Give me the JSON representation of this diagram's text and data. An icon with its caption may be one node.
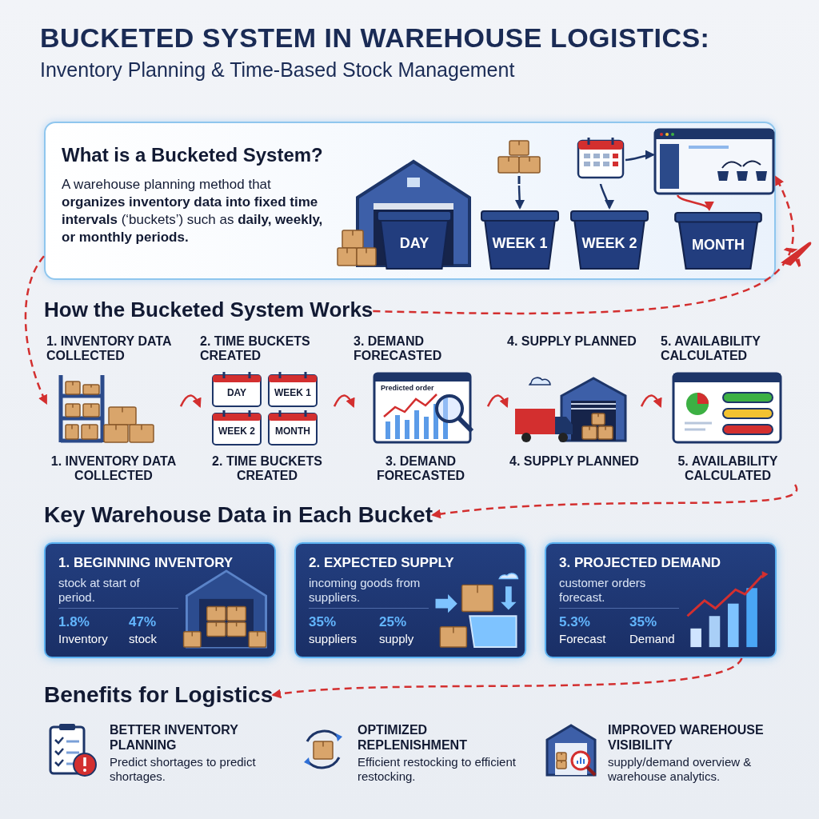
{
  "diagram": {
    "title": "BUCKETED SYSTEM IN WAREHOUSE LOGISTICS:",
    "nodes": [
      {
        "text": [
          "What is a Bucketed System?",
          "A warehouse planning method that **organizes inventory data into fixed time intervals** (‘buckets’) such as **daily, weekly, or monthly periods.**"
        ]
      },
      {
        "text": [],
        "shape": "picture",
        "in": 0
      },
      {
        "text": [],
        "shape": "picture",
        "in": 0
      },
      {
        "text": [],
        "shape": "picture",
        "in": 0
      },
      {
        "text": [
          "DAY"
        ],
        "in": 0
      },
      {
        "text": [
          "WEEK 1"
        ],
        "in": 0
      },
      {
        "text": [
          "WEEK 2"
        ],
        "in": 0
      },
      {
        "text": [
          "MONTH"
        ],
        "in": 0
      },
      {
        "text": [
          "How the Bucketed System Works"
        ]
      },
      {
        "text": [
          "1. INVENTORY DATA COLLECTED",
          "1. INVENTORY DATA COLLECTED"
        ]
      },
      {
        "text": [
          "2. TIME BUCKETS CREATED",
          "DAY",
          "WEEK 1",
          "WEEK 2",
          "MONTH",
          "2. TIME BUCKETS CREATED"
        ]
      },
      {
        "text": [
          "3. DEMAND FORECASTED",
          "Predicted order",
          "3. DEMAND FORECASTED"
        ]
      },
      {
        "text": [
          "4. SUPPLY PLANNED",
          "4. SUPPLY PLANNED"
        ]
      },
      {
        "text": [
          "5. AVAILABILITY CALCULATED",
          "5. AVAILABILITY CALCULATED"
        ]
      },
      {
        "text": [
          "Key Warehouse Data in Each Bucket"
        ]
      },
      {
        "text": [
          "1. BEGINNING INVENTORY",
          "stock at start of period.",
          "1.8%",
          "Inventory",
          "47%",
          "stock"
        ]
      },
      {
        "text": [
          "2. EXPECTED SUPPLY",
          "incoming goods from suppliers.",
          "35%",
          "suppliers",
          "25%",
          "supply"
        ]
      },
      {
        "text": [
          "3. PROJECTED DEMAND",
          "customer orders forecast.",
          "5.3%",
          "Forecast",
          "35%",
          "Demand"
        ]
      },
      {
        "text": [
          "Benefits for Logistics"
        ]
      }
    ],
    "edges": [
      {
        "from": 1,
        "to": 5,
        "arrow": "to",
        "color": "#1d3568"
      },
      {
        "from": 2,
        "to": 6,
        "arrow": "to",
        "color": "#1d3568"
      },
      {
        "from": 2,
        "to": 3,
        "arrow": "to",
        "color": "#1d3568"
      },
      {
        "from": 3,
        "to": 7,
        "arrow": "to"
      },
      {
        "from": 8,
        "to": 0,
        "arrow": "to",
        "style": "dashed"
      },
      {
        "from": 0,
        "to": 9,
        "arrow": "to",
        "style": "dashed"
      },
      {
        "from": 9,
        "to": 10,
        "arrow": "to"
      },
      {
        "from": 10,
        "to": 11,
        "arrow": "to"
      },
      {
        "from": 11,
        "to": 12,
        "arrow": "to"
      },
      {
        "from": 12,
        "to": 13,
        "arrow": "to"
      },
      {
        "from": 13,
        "to": 14,
        "arrow": "to",
        "style": "dashed"
      },
      {
        "from": 17,
        "to": 18,
        "arrow": "to",
        "style": "dashed"
      }
    ],
    "labels": [
      "Inventory Planning & Time-Based Stock Management",
      "BETTER INVENTORY PLANNING",
      "Predict shortages to predict shortages.",
      "OPTIMIZED REPLENISHMENT",
      "Efficient restocking to efficient restocking.",
      "IMPROVED WAREHOUSE VISIBILITY",
      "supply/demand overview & warehouse analytics."
    ]
  }
}
